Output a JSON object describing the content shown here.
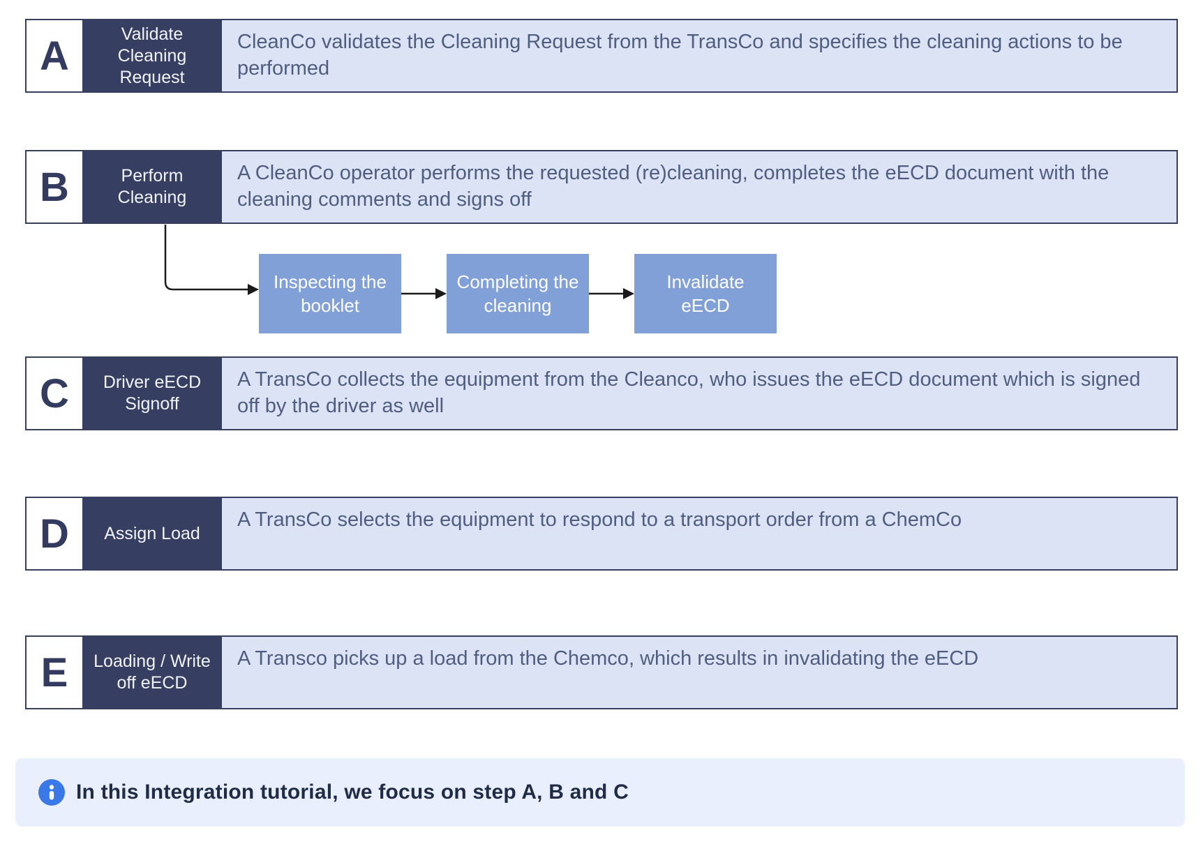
{
  "steps": [
    {
      "letter": "A",
      "title": "Validate Cleaning Request",
      "description": "CleanCo validates the Cleaning Request from the TransCo and specifies the cleaning actions to be performed"
    },
    {
      "letter": "B",
      "title": "Perform Cleaning",
      "description": "A CleanCo operator performs the requested (re)cleaning, completes the eECD document with the cleaning comments and signs off"
    },
    {
      "letter": "C",
      "title": "Driver eECD Signoff",
      "description": "A TransCo collects the equipment from the Cleanco, who issues the eECD document which is signed off by the driver as well"
    },
    {
      "letter": "D",
      "title": "Assign Load",
      "description": "A TransCo selects the equipment to respond to a transport order from a ChemCo"
    },
    {
      "letter": "E",
      "title": "Loading / Write off eECD",
      "description": "A Transco picks up a load from the Chemco, which results in invalidating the eECD"
    }
  ],
  "subflow": {
    "steps": [
      {
        "label": "Inspecting the booklet"
      },
      {
        "label": "Completing the cleaning"
      },
      {
        "label": "Invalidate eECD"
      }
    ]
  },
  "note": {
    "icon": "info-icon",
    "text": "In this Integration tutorial, we focus on step A, B and C"
  },
  "colors": {
    "navy": "#363E61",
    "row_description_bg": "#DBE3F5",
    "row_description_text": "#4F5D80",
    "subflow_box_bg": "#81A0D8",
    "note_bg": "#E9EFFC",
    "note_text": "#1F2B47",
    "info_icon_blue": "#3A78E7",
    "arrow": "#1A1A1A"
  }
}
